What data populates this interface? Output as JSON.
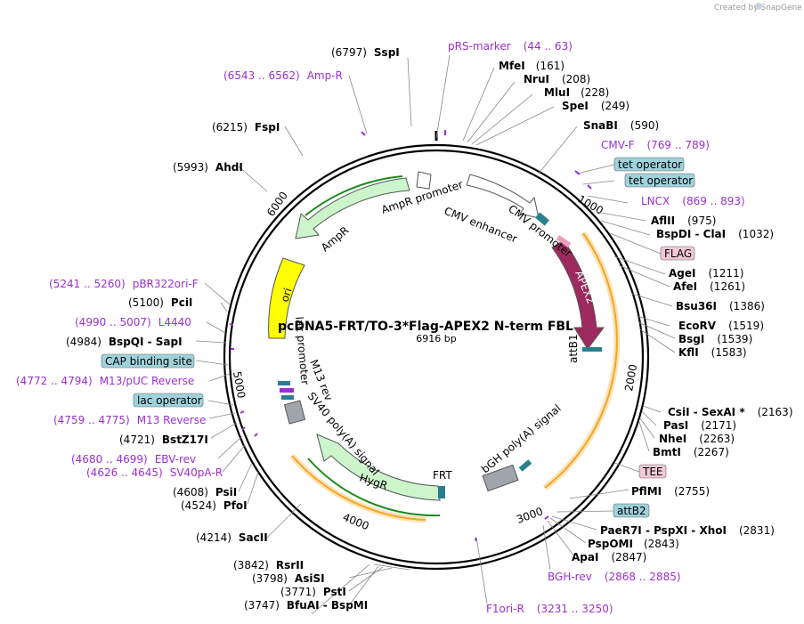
{
  "credit": "Created by SnapGene",
  "plasmid": {
    "name": "pcDNA5-FRT/TO-3*Flag-APEX2 N-term FBL",
    "length": "6916 bp"
  },
  "ticks": [
    "1000",
    "2000",
    "3000",
    "4000",
    "5000",
    "6000"
  ],
  "enzymes": [
    {
      "pos": "(6797)",
      "name": "SspI"
    },
    {
      "pos": "(6215)",
      "name": "FspI"
    },
    {
      "pos": "(5993)",
      "name": "AhdI"
    },
    {
      "name": "MfeI",
      "pos": "(161)"
    },
    {
      "name": "NruI",
      "pos": "(208)"
    },
    {
      "name": "MluI",
      "pos": "(228)"
    },
    {
      "name": "SpeI",
      "pos": "(249)"
    },
    {
      "name": "SnaBI",
      "pos": "(590)"
    },
    {
      "name": "AflII",
      "pos": "(975)"
    },
    {
      "name": "BspDI - ClaI",
      "pos": "(1032)"
    },
    {
      "name": "AgeI",
      "pos": "(1211)"
    },
    {
      "name": "AfeI",
      "pos": "(1261)"
    },
    {
      "name": "Bsu36I",
      "pos": "(1386)"
    },
    {
      "name": "EcoRV",
      "pos": "(1519)"
    },
    {
      "name": "BsgI",
      "pos": "(1539)"
    },
    {
      "name": "KflI",
      "pos": "(1583)"
    },
    {
      "name": "CsiI - SexAI *",
      "pos": "(2163)"
    },
    {
      "name": "PasI",
      "pos": "(2171)"
    },
    {
      "name": "NheI",
      "pos": "(2263)"
    },
    {
      "name": "BmtI",
      "pos": "(2267)"
    },
    {
      "name": "PflMI",
      "pos": "(2755)"
    },
    {
      "name": "PaeR7I - PspXI - XhoI",
      "pos": "(2831)"
    },
    {
      "name": "PspOMI",
      "pos": "(2843)"
    },
    {
      "name": "ApaI",
      "pos": "(2847)"
    },
    {
      "pos": "(5100)",
      "name": "PciI"
    },
    {
      "pos": "(4984)",
      "name": "BspQI - SapI"
    },
    {
      "pos": "(4721)",
      "name": "BstZ17I"
    },
    {
      "pos": "(4608)",
      "name": "PsiI"
    },
    {
      "pos": "(4524)",
      "name": "PfoI"
    },
    {
      "pos": "(4214)",
      "name": "SacII"
    },
    {
      "pos": "(3842)",
      "name": "RsrII"
    },
    {
      "pos": "(3798)",
      "name": "AsiSI"
    },
    {
      "pos": "(3771)",
      "name": "PstI"
    },
    {
      "pos": "(3747)",
      "name": "BfuAI - BspMI"
    }
  ],
  "primers": [
    {
      "name": "pRS-marker",
      "range": "(44 .. 63)"
    },
    {
      "range": "(6543 .. 6562)",
      "name": "Amp-R"
    },
    {
      "name": "CMV-F",
      "range": "(769 .. 789)"
    },
    {
      "name": "LNCX",
      "range": "(869 .. 893)"
    },
    {
      "range": "(5241 .. 5260)",
      "name": "pBR322ori-F"
    },
    {
      "range": "(4990 .. 5007)",
      "name": "L4440"
    },
    {
      "range": "(4772 .. 4794)",
      "name": "M13/pUC Reverse"
    },
    {
      "range": "(4759 .. 4775)",
      "name": "M13 Reverse"
    },
    {
      "range": "(4680 .. 4699)",
      "name": "EBV-rev"
    },
    {
      "range": "(4626 .. 4645)",
      "name": "SV40pA-R"
    },
    {
      "name": "BGH-rev",
      "range": "(2868 .. 2885)"
    },
    {
      "name": "F1ori-R",
      "range": "(3231 .. 3250)"
    }
  ],
  "boxed_labels": [
    {
      "text": "tet operator",
      "kind": "blue"
    },
    {
      "text": "tet operator",
      "kind": "blue"
    },
    {
      "text": "FLAG",
      "kind": "pink"
    },
    {
      "text": "TEE",
      "kind": "pink"
    },
    {
      "text": "attB2",
      "kind": "blue"
    },
    {
      "text": "CAP binding site",
      "kind": "blue"
    },
    {
      "text": "lac operator",
      "kind": "blue"
    }
  ],
  "features": [
    "AmpR promoter",
    "AmpR",
    "ori",
    "CMV enhancer",
    "CMV promoter",
    "APEX2",
    "attB1",
    "bGH poly(A) signal",
    "FRT",
    "HygR",
    "SV40 poly(A) signal",
    "M13 rev",
    "lac promoter"
  ],
  "colors": {
    "ampr": "#ccf5cc",
    "ori": "#ffff00",
    "apex2": "#9c2a5e",
    "primer": "#9b30d0",
    "orange": "#f5a623",
    "teal": "#2a7f8f",
    "blue_box": "#9fd3dc",
    "pink_box": "#f0c9d6"
  }
}
